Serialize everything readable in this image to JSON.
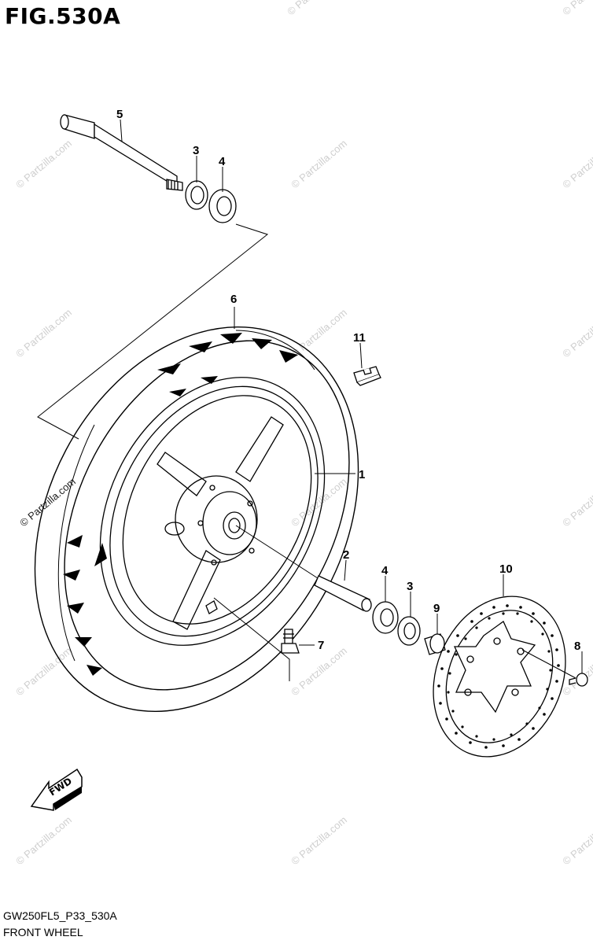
{
  "figure": {
    "title": "FIG.530A",
    "code": "GW250FL5_P33_530A",
    "name": "FRONT WHEEL"
  },
  "watermark": "© Partzilla.com",
  "fwd_label": "FWD",
  "callouts": [
    {
      "id": "1",
      "label": "1"
    },
    {
      "id": "2",
      "label": "2"
    },
    {
      "id": "3a",
      "label": "3"
    },
    {
      "id": "3b",
      "label": "3"
    },
    {
      "id": "4a",
      "label": "4"
    },
    {
      "id": "4b",
      "label": "4"
    },
    {
      "id": "5",
      "label": "5"
    },
    {
      "id": "6",
      "label": "6"
    },
    {
      "id": "7",
      "label": "7"
    },
    {
      "id": "8",
      "label": "8"
    },
    {
      "id": "9",
      "label": "9"
    },
    {
      "id": "10",
      "label": "10"
    },
    {
      "id": "11",
      "label": "11"
    }
  ],
  "colors": {
    "line": "#000000",
    "watermark": "#cfcfcf",
    "background": "#ffffff"
  }
}
